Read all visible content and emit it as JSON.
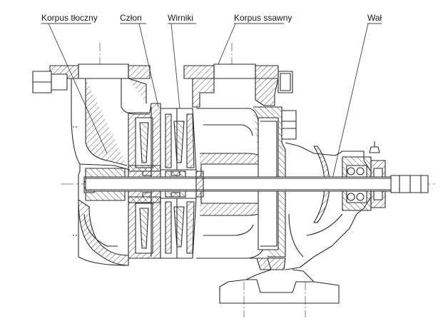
{
  "labels": {
    "korpus_tloczny": "Korpus tłoczny",
    "czlon": "Człon",
    "wirniki": "Wirniki",
    "korpus_ssawny": "Korpus ssawny",
    "wal": "Wał"
  },
  "colors": {
    "line": "#2a2a2a",
    "hatch": "#555555",
    "background": "#ffffff"
  }
}
